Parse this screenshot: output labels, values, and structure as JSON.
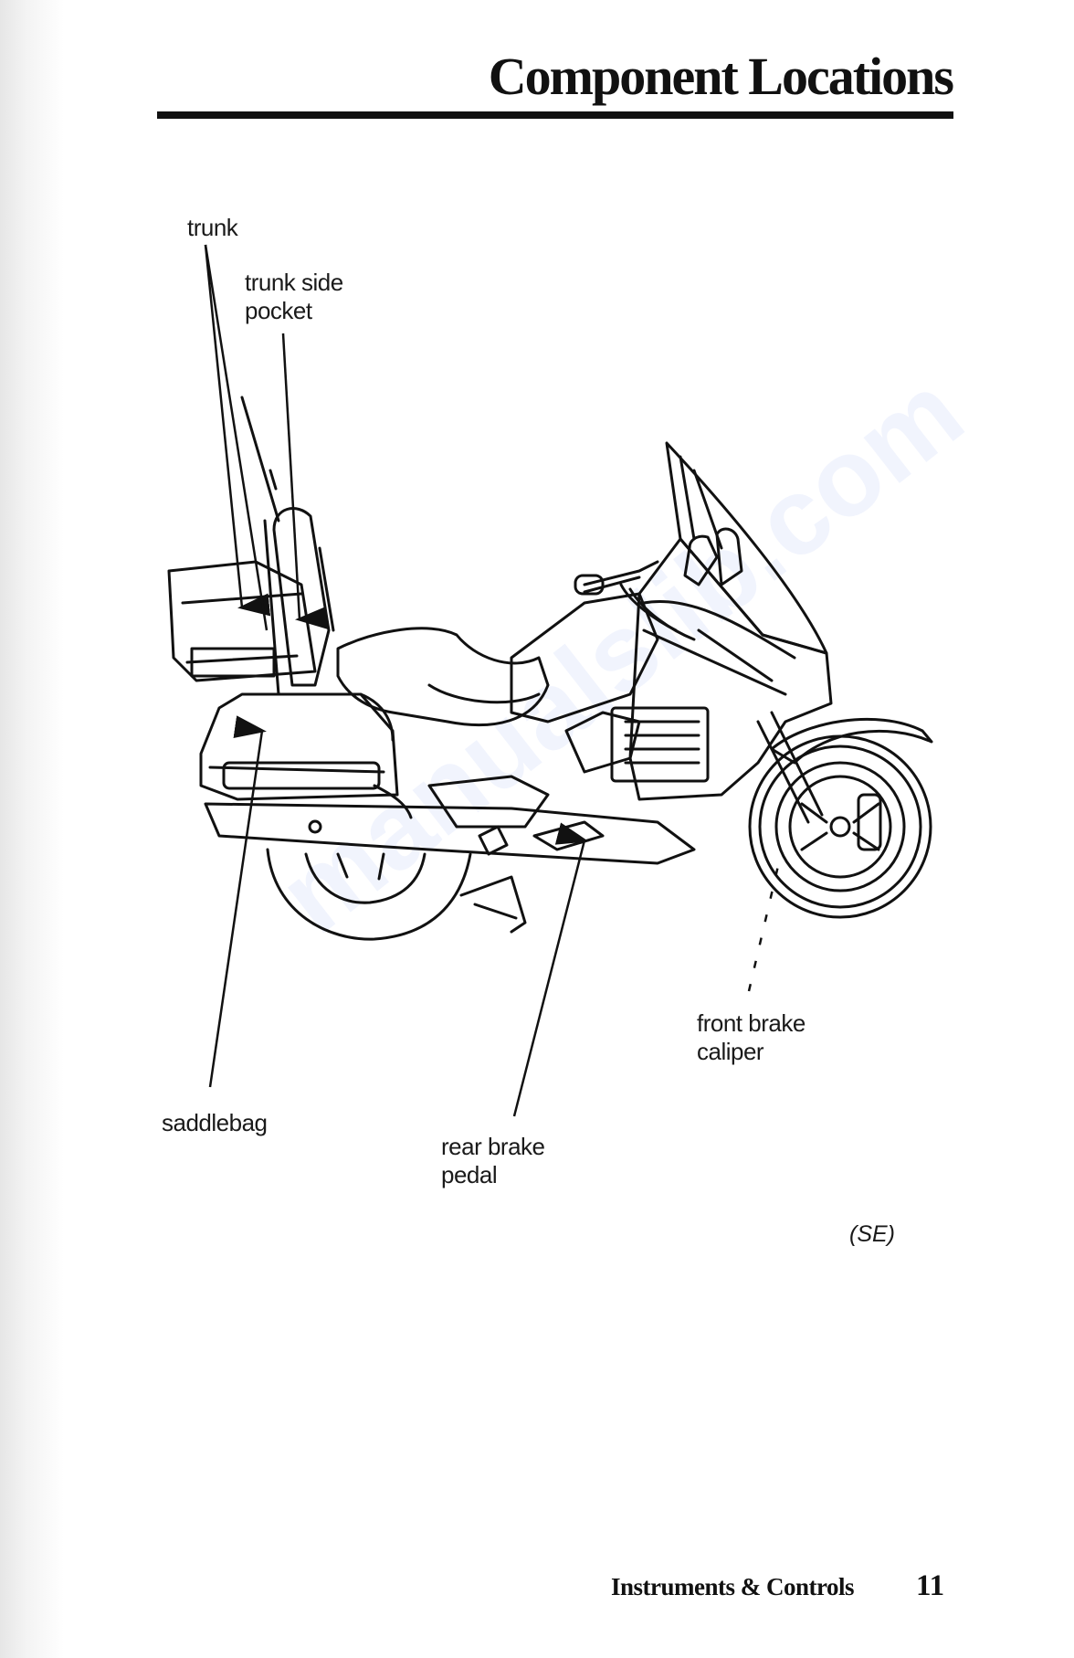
{
  "page": {
    "title": "Component Locations",
    "model_tag": "(SE)",
    "footer": {
      "section": "Instruments & Controls",
      "page_number": "11"
    },
    "watermark": "manualslib.com"
  },
  "diagram": {
    "subject": "motorcycle-left-side-view",
    "callouts": {
      "trunk": "trunk",
      "trunk_side_pocket": [
        "trunk side",
        "pocket"
      ],
      "saddlebag": "saddlebag",
      "rear_brake_pedal": [
        "rear brake",
        "pedal"
      ],
      "front_brake_caliper": [
        "front brake",
        "caliper"
      ]
    }
  }
}
